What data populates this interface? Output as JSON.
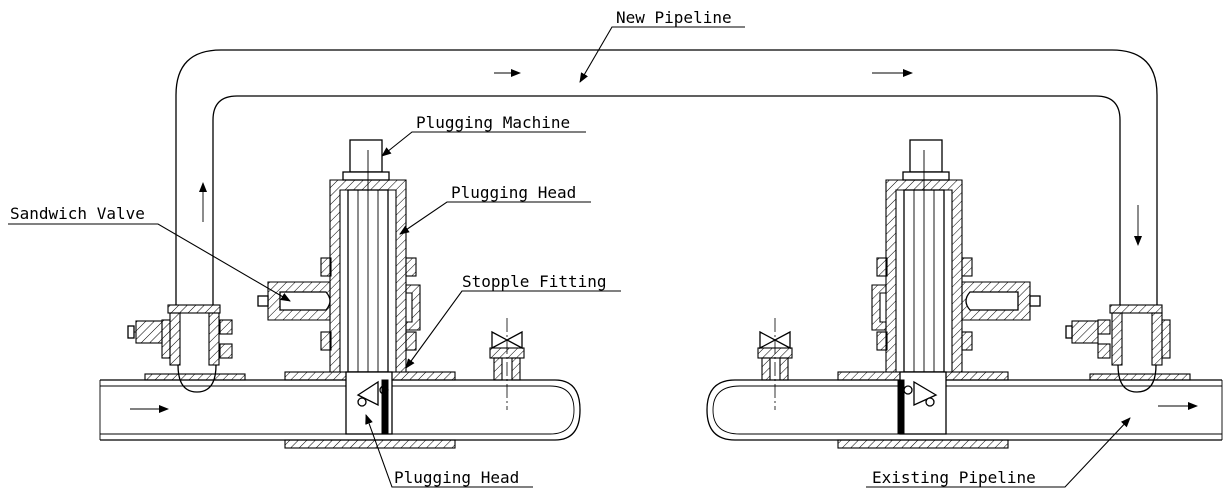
{
  "labels": {
    "new_pipeline": "New Pipeline",
    "plugging_machine": "Plugging Machine",
    "plugging_head_top": "Plugging Head",
    "sandwich_valve": "Sandwich Valve",
    "stopple_fitting": "Stopple Fitting",
    "plugging_head_bottom": "Plugging Head",
    "existing_pipeline": "Existing Pipeline"
  },
  "flow_direction": "left-to-right"
}
